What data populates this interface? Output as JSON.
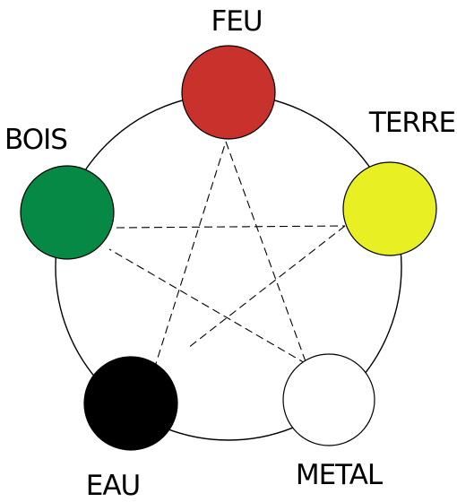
{
  "elements": [
    {
      "key": "feu",
      "label": "FEU",
      "color": "#c8312c"
    },
    {
      "key": "terre",
      "label": "TERRE",
      "color": "#e8ef22"
    },
    {
      "key": "metal",
      "label": "METAL",
      "color": "#ffffff"
    },
    {
      "key": "eau",
      "label": "EAU",
      "color": "#000000"
    },
    {
      "key": "bois",
      "label": "BOIS",
      "color": "#058944"
    }
  ]
}
